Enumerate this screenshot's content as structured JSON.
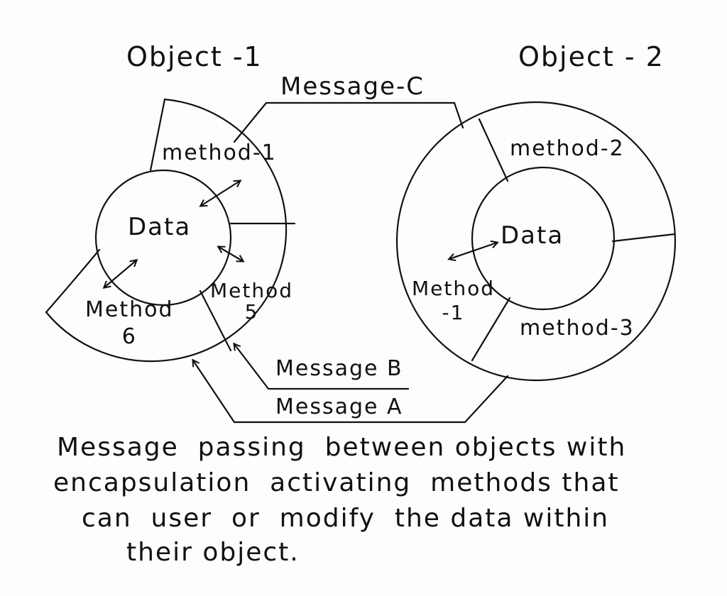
{
  "object1": {
    "title": "Object -1",
    "data": "Data",
    "method1": "method-1",
    "method5": [
      "Method",
      "5"
    ],
    "method6": [
      "Method",
      "6"
    ]
  },
  "object2": {
    "title": "Object - 2",
    "data": "Data",
    "method1": [
      "Method",
      "-1"
    ],
    "method2": "method-2",
    "method3": "method-3"
  },
  "messages": {
    "c": "Message-C",
    "b": "Message B",
    "a": "Message A"
  },
  "caption": [
    "Message  passing  between objects with",
    "encapsulation  activating  methods that",
    "can  user  or  modify  the data within",
    "their object."
  ]
}
